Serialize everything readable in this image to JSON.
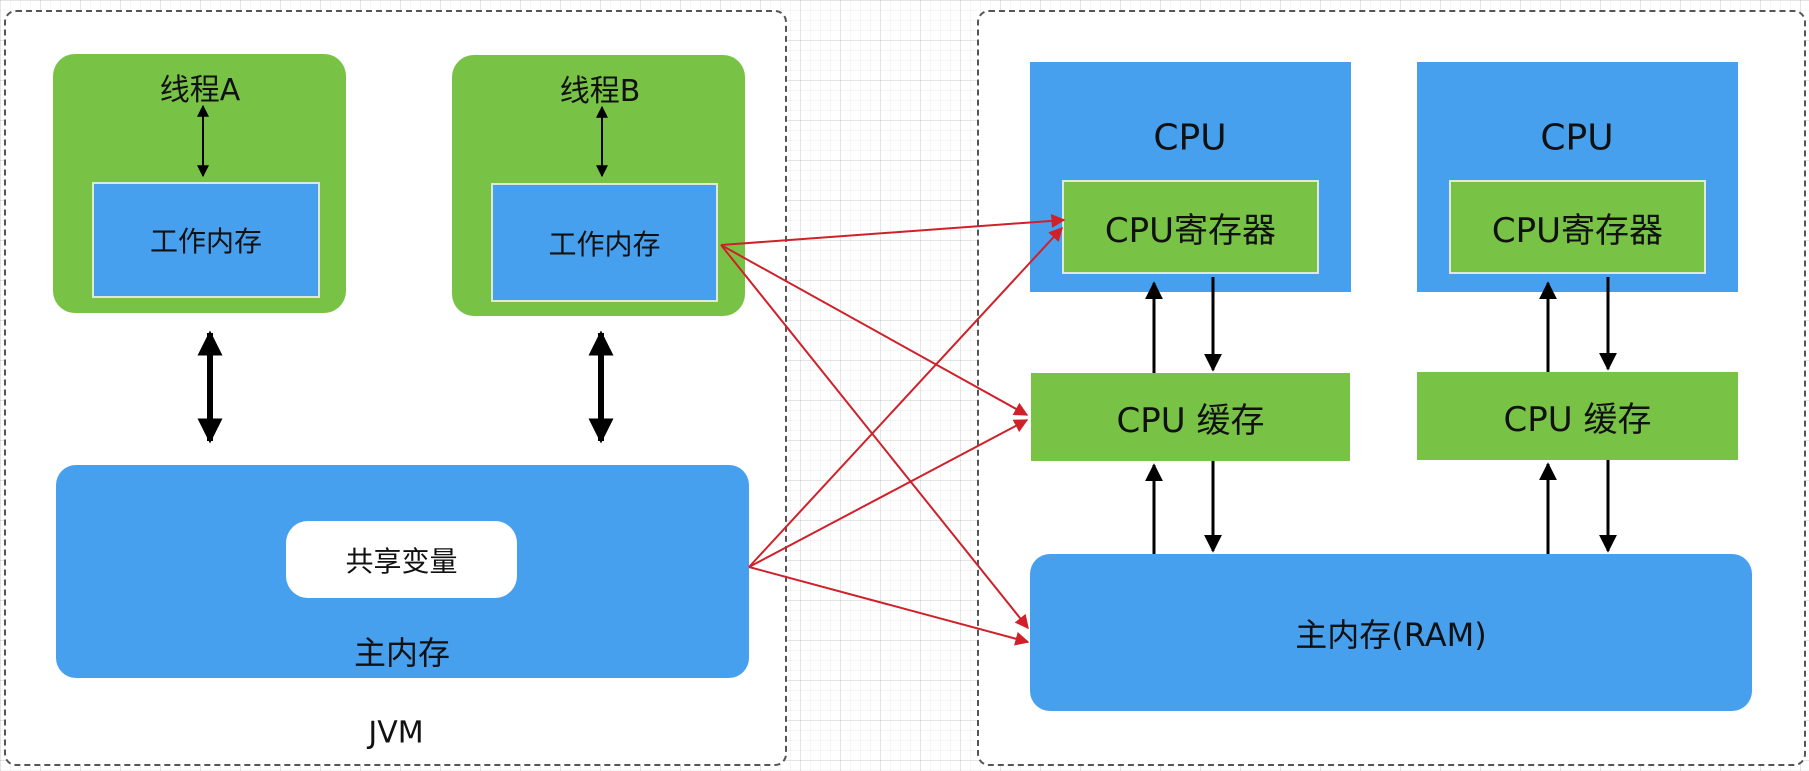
{
  "diagram": {
    "title": "Java Memory Model vs Hardware Memory Architecture",
    "colors": {
      "thread_box": "#78C346",
      "memory_box": "#46A0EE",
      "shared_variable_box": "#ffffff",
      "mapping_arrow": "#D0202A",
      "flow_arrow": "#000000",
      "region_border": "#555555"
    }
  },
  "jvm": {
    "label": "JVM",
    "threads": [
      {
        "label": "线程A",
        "working_memory_label": "工作内存"
      },
      {
        "label": "线程B",
        "working_memory_label": "工作内存"
      }
    ],
    "main_memory": {
      "label": "主内存",
      "shared_variable_label": "共享变量"
    }
  },
  "hardware": {
    "cpus": [
      {
        "label": "CPU",
        "register_label": "CPU寄存器",
        "cache_label": "CPU 缓存"
      },
      {
        "label": "CPU",
        "register_label": "CPU寄存器",
        "cache_label": "CPU 缓存"
      }
    ],
    "ram_label": "主内存(RAM)"
  },
  "mappings": [
    {
      "from": "线程B 工作内存",
      "to": "CPU寄存器"
    },
    {
      "from": "线程B 工作内存",
      "to": "CPU 缓存"
    },
    {
      "from": "线程B 工作内存",
      "to": "主内存(RAM)"
    },
    {
      "from": "主内存",
      "to": "CPU寄存器"
    },
    {
      "from": "主内存",
      "to": "CPU 缓存"
    },
    {
      "from": "主内存",
      "to": "主内存(RAM)"
    }
  ]
}
